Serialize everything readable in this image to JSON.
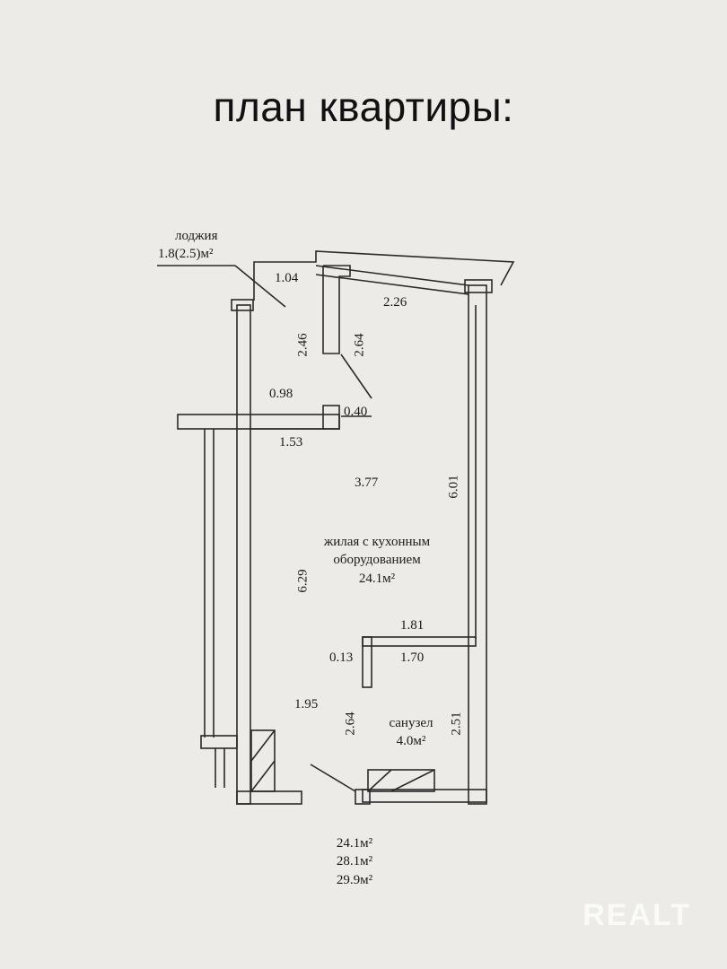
{
  "title": "план квартиры:",
  "loggia": {
    "label": "лоджия",
    "area": "1.8(2.5)м²"
  },
  "dimensions": {
    "d104": "1.04",
    "d226": "2.26",
    "d246": "2.46",
    "d264a": "2.64",
    "d098": "0.98",
    "d040": "0.40",
    "d153": "1.53",
    "d377": "3.77",
    "d601": "6.01",
    "d629": "6.29",
    "d181": "1.81",
    "d013": "0.13",
    "d170": "1.70",
    "d195": "1.95",
    "d264b": "2.64",
    "d251": "2.51"
  },
  "living_room": {
    "line1": "жилая с кухонным",
    "line2": "оборудованием",
    "area": "24.1м²"
  },
  "bathroom": {
    "label": "санузел",
    "area": "4.0м²"
  },
  "totals": [
    "24.1м²",
    "28.1м²",
    "29.9м²"
  ],
  "watermark": "REALT"
}
